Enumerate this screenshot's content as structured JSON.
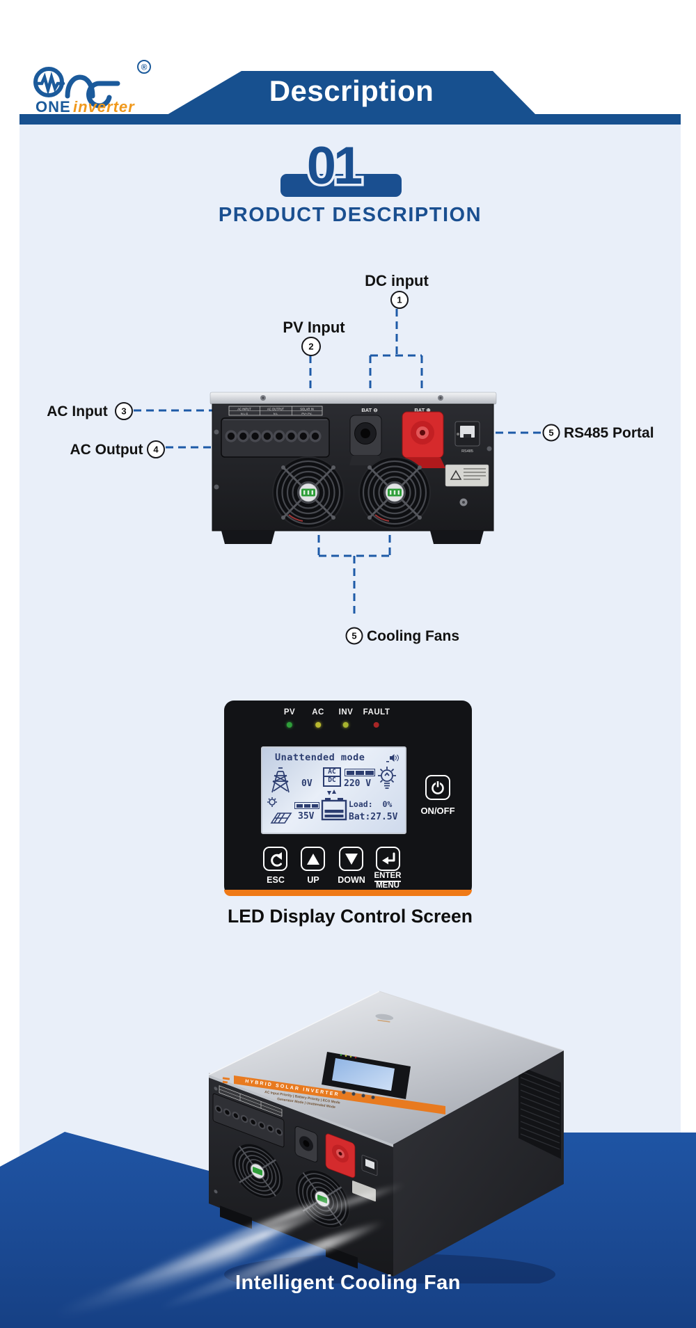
{
  "page": {
    "bg": "#ffffff",
    "panel_bg": "#e9eff9",
    "accent_blue": "#17508f",
    "platform_blue": "#1d4f9b",
    "dash_blue": "#1d5aa7",
    "orange": "#ef7a18"
  },
  "logo": {
    "brand_blue": "ONE",
    "brand_orange": "inverter",
    "registered": "®"
  },
  "banner": {
    "title": "Description"
  },
  "section": {
    "number": "01",
    "title": "PRODUCT DESCRIPTION"
  },
  "diagram": {
    "callouts": {
      "dc_input": {
        "num": "1",
        "label": "DC input"
      },
      "pv_input": {
        "num": "2",
        "label": "PV Input"
      },
      "ac_input": {
        "num": "3",
        "label": "AC Input"
      },
      "ac_output": {
        "num": "4",
        "label": "AC Output"
      },
      "rs485": {
        "num": "5",
        "label": "RS485 Portal"
      },
      "cooling_fans": {
        "num": "5",
        "label": "Cooling Fans"
      }
    },
    "rear_panel": {
      "bat_minus": "BAT ⊖",
      "bat_plus": "BAT ⊕",
      "rs485_port": "RS485",
      "terminal_strip": {
        "groups": [
          "AC INPUT",
          "AC OUTPUT",
          "SOLAR IN"
        ],
        "cells": [
          "N  L  G",
          "N  L",
          "PV+  PV-"
        ]
      }
    }
  },
  "control_panel": {
    "indicators": [
      "PV",
      "AC",
      "INV",
      "FAULT"
    ],
    "led_colors": {
      "pv": "#2f9e3a",
      "ac": "#b9b92f",
      "inv": "#a8b42f",
      "fault": "#a82626"
    },
    "lcd": {
      "status_line": "Unattended mode",
      "converter_top": "AC",
      "converter_bottom": "DC",
      "grid_voltage": "0V",
      "output_voltage": "220 V",
      "pv_voltage": "35V",
      "load": "Load:  0%",
      "battery": "Bat:27.5V"
    },
    "buttons": {
      "esc": "ESC",
      "up": "UP",
      "down": "DOWN",
      "enter": "ENTER",
      "menu": "MENU",
      "on_off": "ON/OFF"
    },
    "caption": "LED Display Control Screen"
  },
  "product": {
    "stripe_title": "HYBRID SOLAR INVERTER",
    "features_line1": "AC Input Priority  |  Battery Priority  |  ECO Mode",
    "features_line2": "Generator Mode  |  Unattended Mode",
    "caption": "Intelligent Cooling Fan"
  }
}
